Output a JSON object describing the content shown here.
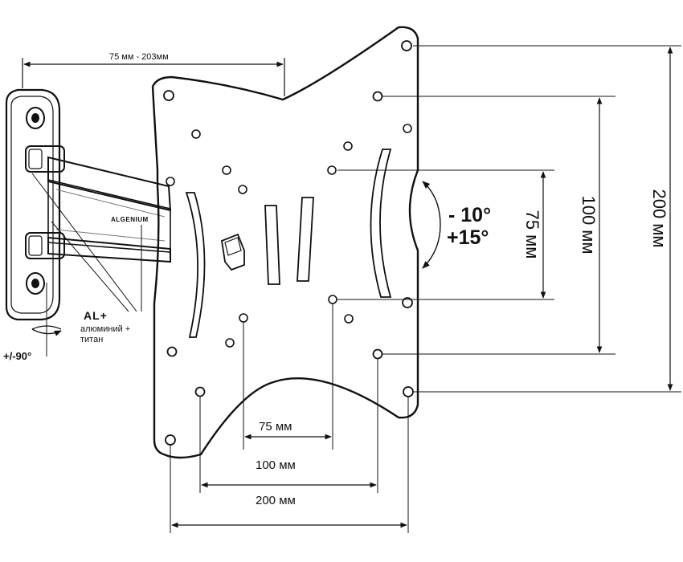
{
  "diagram": {
    "arm_range_label": "75 мм - 203мм",
    "tilt_label_minus": "- 10°",
    "tilt_label_plus": "+15°",
    "swivel_label": "+/-90°",
    "material_label": "AL+",
    "material_note_line1": "алюминий +",
    "material_note_line2": "титан",
    "brand_label": "ALGENIUM",
    "vertical_dim_75": "75 мм",
    "vertical_dim_100": "100 мм",
    "vertical_dim_200": "200 мм",
    "horizontal_dim_75": "75 мм",
    "horizontal_dim_100": "100 мм",
    "horizontal_dim_200": "200 мм"
  }
}
